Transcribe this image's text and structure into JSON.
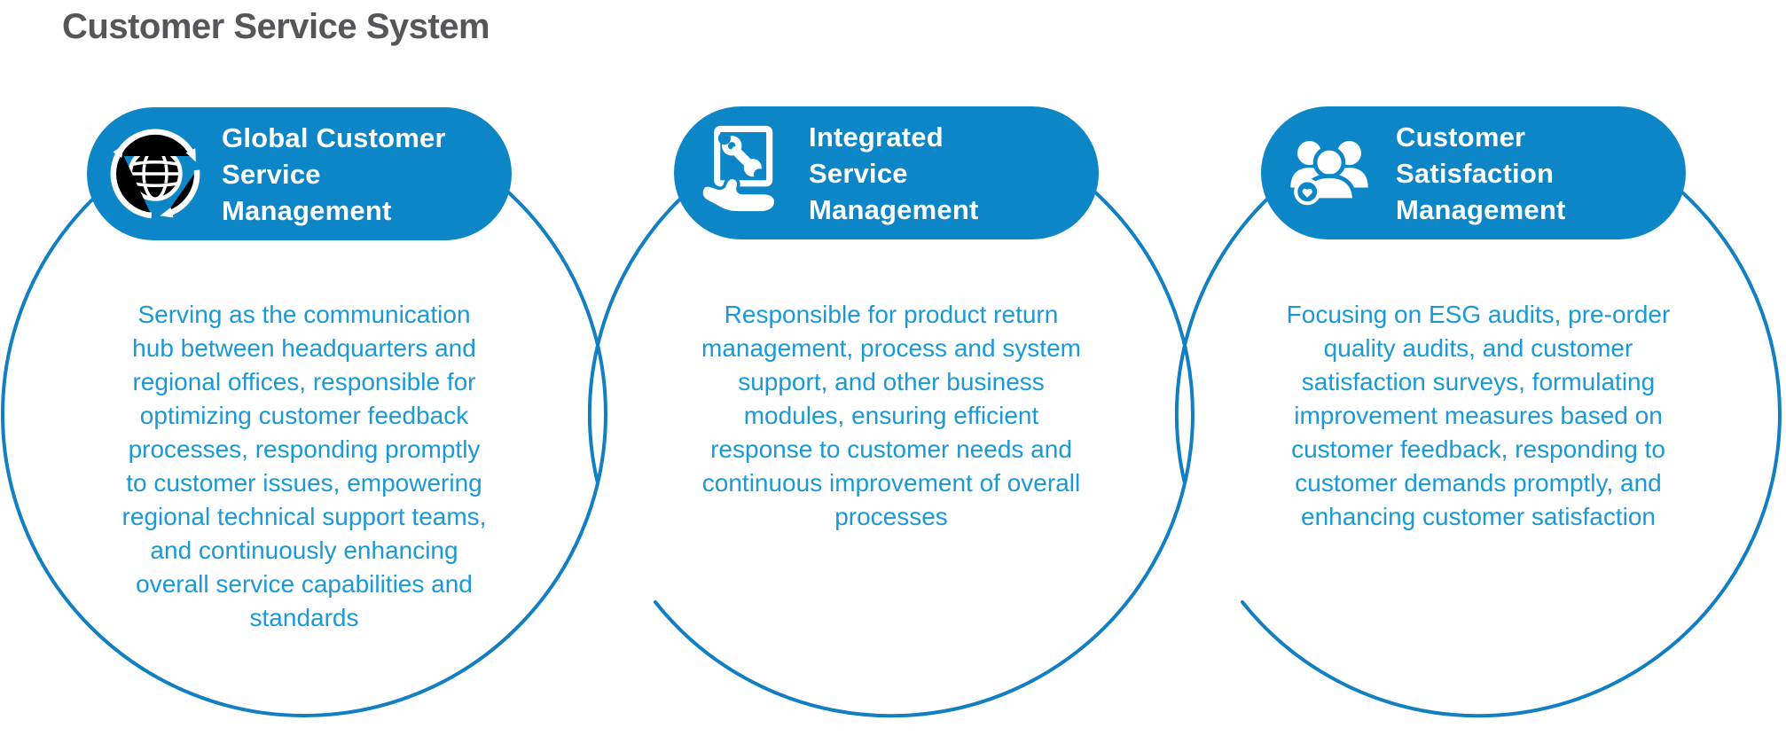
{
  "page_title": "Customer Service System",
  "colors": {
    "pill_blue": "#0d86c8",
    "circle_outline_blue": "#117fc1",
    "body_text_blue": "#1b98d6",
    "title_gray": "#55565a"
  },
  "cards": [
    {
      "id": "global-customer-service-management",
      "icon": "globe-sync-icon",
      "title": "Global Customer\nService\nManagement",
      "description": "Serving as the communication\nhub between headquarters and\nregional offices, responsible for\noptimizing customer feedback\nprocesses, responding promptly\nto customer issues, empowering\nregional technical support teams,\nand continuously enhancing\noverall service capabilities and\nstandards"
    },
    {
      "id": "integrated-service-management",
      "icon": "device-wrench-hand-icon",
      "title": "Integrated\nService\nManagement",
      "description": "Responsible for product return\nmanagement, process and system\nsupport, and other business\nmodules, ensuring efficient\nresponse to customer needs and\ncontinuous improvement of overall\nprocesses"
    },
    {
      "id": "customer-satisfaction-management",
      "icon": "people-heart-icon",
      "title": "Customer\nSatisfaction\nManagement",
      "description": "Focusing on ESG audits, pre-order\nquality audits, and customer\nsatisfaction surveys, formulating\nimprovement measures based on\ncustomer feedback, responding to\ncustomer demands promptly, and\nenhancing customer satisfaction"
    }
  ]
}
